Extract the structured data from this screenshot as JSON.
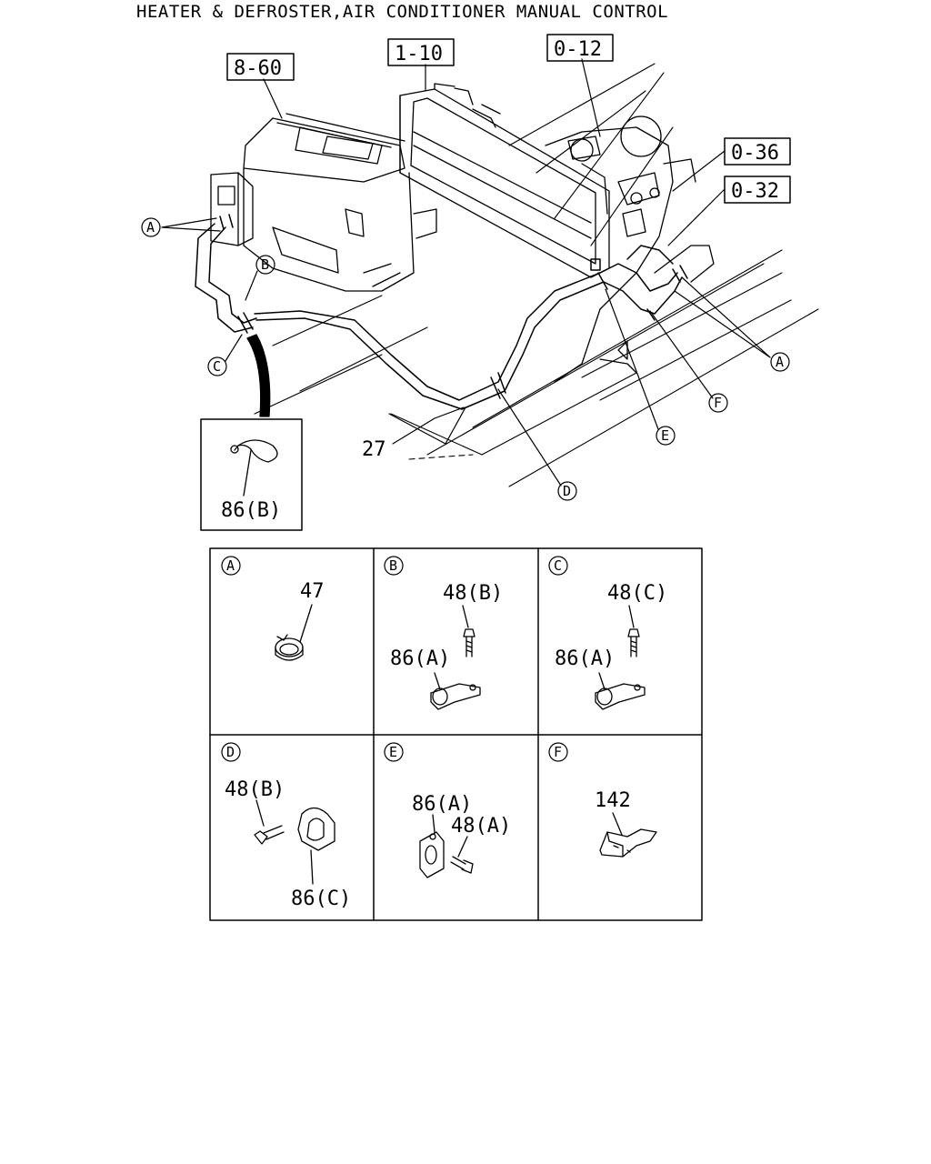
{
  "title": "HEATER & DEFROSTER,AIR CONDITIONER MANUAL CONTROL",
  "ref_boxes": [
    "8-60",
    "1-10",
    "0-12",
    "0-36",
    "0-32"
  ],
  "callouts": {
    "a_left": "A",
    "b": "B",
    "c": "C",
    "a_right": "A",
    "f": "F",
    "e": "E",
    "d": "D"
  },
  "part_27": "27",
  "inset_label": "86(B)",
  "details": {
    "a": {
      "letter": "A",
      "parts": [
        "47"
      ]
    },
    "b": {
      "letter": "B",
      "parts": [
        "48(B)",
        "86(A)"
      ]
    },
    "c": {
      "letter": "C",
      "parts": [
        "48(C)",
        "86(A)"
      ]
    },
    "d": {
      "letter": "D",
      "parts": [
        "48(B)",
        "86(C)"
      ]
    },
    "e": {
      "letter": "E",
      "parts": [
        "86(A)",
        "48(A)"
      ]
    },
    "f": {
      "letter": "F",
      "parts": [
        "142"
      ]
    }
  }
}
